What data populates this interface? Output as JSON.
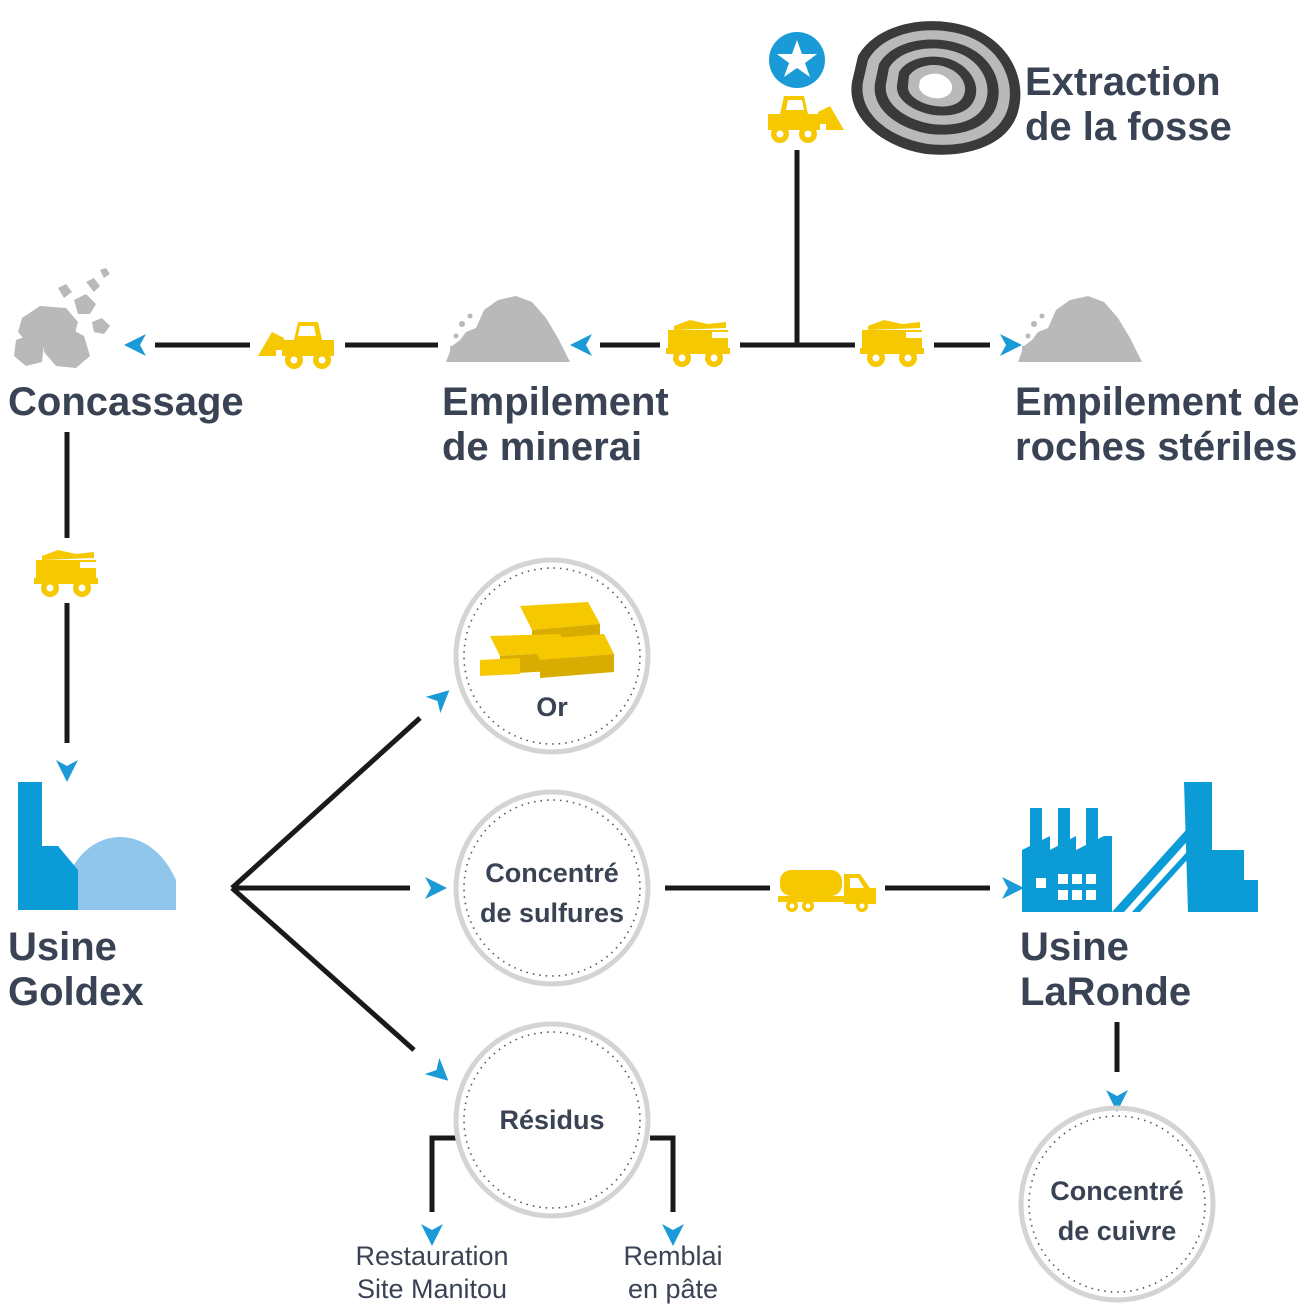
{
  "nodes": {
    "extraction": {
      "line1": "Extraction",
      "line2": "de la fosse"
    },
    "concassage": {
      "line1": "Concassage"
    },
    "empilement_minerai": {
      "line1": "Empilement",
      "line2": "de minerai"
    },
    "empilement_roches": {
      "line1": "Empilement de",
      "line2": "roches stériles"
    },
    "usine_goldex": {
      "line1": "Usine",
      "line2": "Goldex"
    },
    "usine_laronde": {
      "line1": "Usine",
      "line2": "LaRonde"
    }
  },
  "products": {
    "or": {
      "label": "Or"
    },
    "concentre_sulfures": {
      "line1": "Concentré",
      "line2": "de sulfures"
    },
    "residus": {
      "label": "Résidus"
    },
    "concentre_cuivre": {
      "line1": "Concentré",
      "line2": "de cuivre"
    }
  },
  "outputs": {
    "restauration": {
      "line1": "Restauration",
      "line2": "Site Manitou"
    },
    "remblai": {
      "line1": "Remblai",
      "line2": "en pâte"
    }
  },
  "colors": {
    "arrow": "#1a9ad6",
    "equipment": "#f6c800",
    "text": "#3a4354",
    "pile": "#b9b9b9",
    "factory": "#0b9bd7",
    "dome": "#90c6ec"
  },
  "icons": [
    "star-icon",
    "loader-icon",
    "pit-icon",
    "truck-icon",
    "tanker-icon",
    "rock-pile-icon",
    "crusher-rocks-icon",
    "gold-bars-icon",
    "mill-icon",
    "factory-icon"
  ]
}
